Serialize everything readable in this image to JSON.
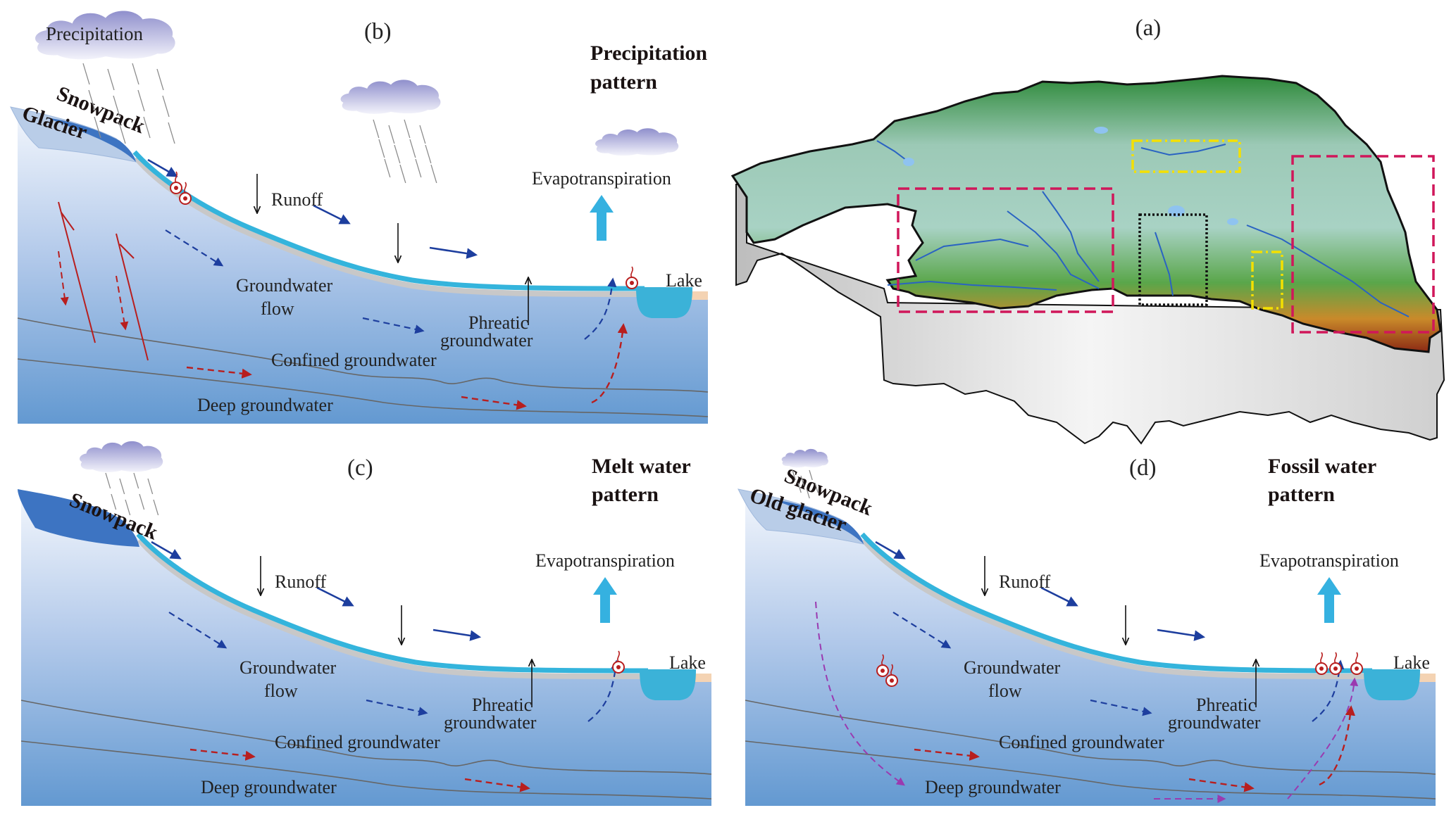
{
  "figure": {
    "panel_a": {
      "label": "(a)"
    },
    "panel_b": {
      "label": "(b)",
      "pattern_title": [
        "Precipitation",
        "pattern"
      ],
      "cloud_label": "Precipitation",
      "snow_label": "Snowpack",
      "ice_label": "Glacier",
      "runoff": "Runoff",
      "evapotranspiration": "Evapotranspiration",
      "lake": "Lake",
      "groundwater_flow": [
        "Groundwater",
        "flow"
      ],
      "phreatic": [
        "Phreatic",
        "groundwater"
      ],
      "confined": "Confined groundwater",
      "deep": "Deep groundwater"
    },
    "panel_c": {
      "label": "(c)",
      "pattern_title": [
        "Melt water",
        "pattern"
      ],
      "snow_label": "Snowpack",
      "runoff": "Runoff",
      "evapotranspiration": "Evapotranspiration",
      "lake": "Lake",
      "groundwater_flow": [
        "Groundwater",
        "flow"
      ],
      "phreatic": [
        "Phreatic",
        "groundwater"
      ],
      "confined": "Confined groundwater",
      "deep": "Deep groundwater"
    },
    "panel_d": {
      "label": "(d)",
      "pattern_title": [
        "Fossil water",
        "pattern"
      ],
      "snow_label": "Snowpack",
      "ice_label": "Old glacier",
      "runoff": "Runoff",
      "evapotranspiration": "Evapotranspiration",
      "lake": "Lake",
      "groundwater_flow": [
        "Groundwater",
        "flow"
      ],
      "phreatic": [
        "Phreatic",
        "groundwater"
      ],
      "confined": "Confined groundwater",
      "deep": "Deep groundwater"
    },
    "colors": {
      "snowpack": "#3d74c2",
      "glacier": "#b9cde8",
      "surface_water": "#34b4dc",
      "lake": "#3bb2d8",
      "ground_top": "#e6eef9",
      "ground_bottom": "#5e95cf",
      "red_arrow": "#b81e1e",
      "blue_arrow": "#1d3e9e",
      "purple_arrow": "#9a3ab0",
      "evap_arrow": "#35b1e0",
      "map_box_red": "#d0175a",
      "map_box_yellow": "#f4e000",
      "map_box_black": "#111111"
    }
  }
}
